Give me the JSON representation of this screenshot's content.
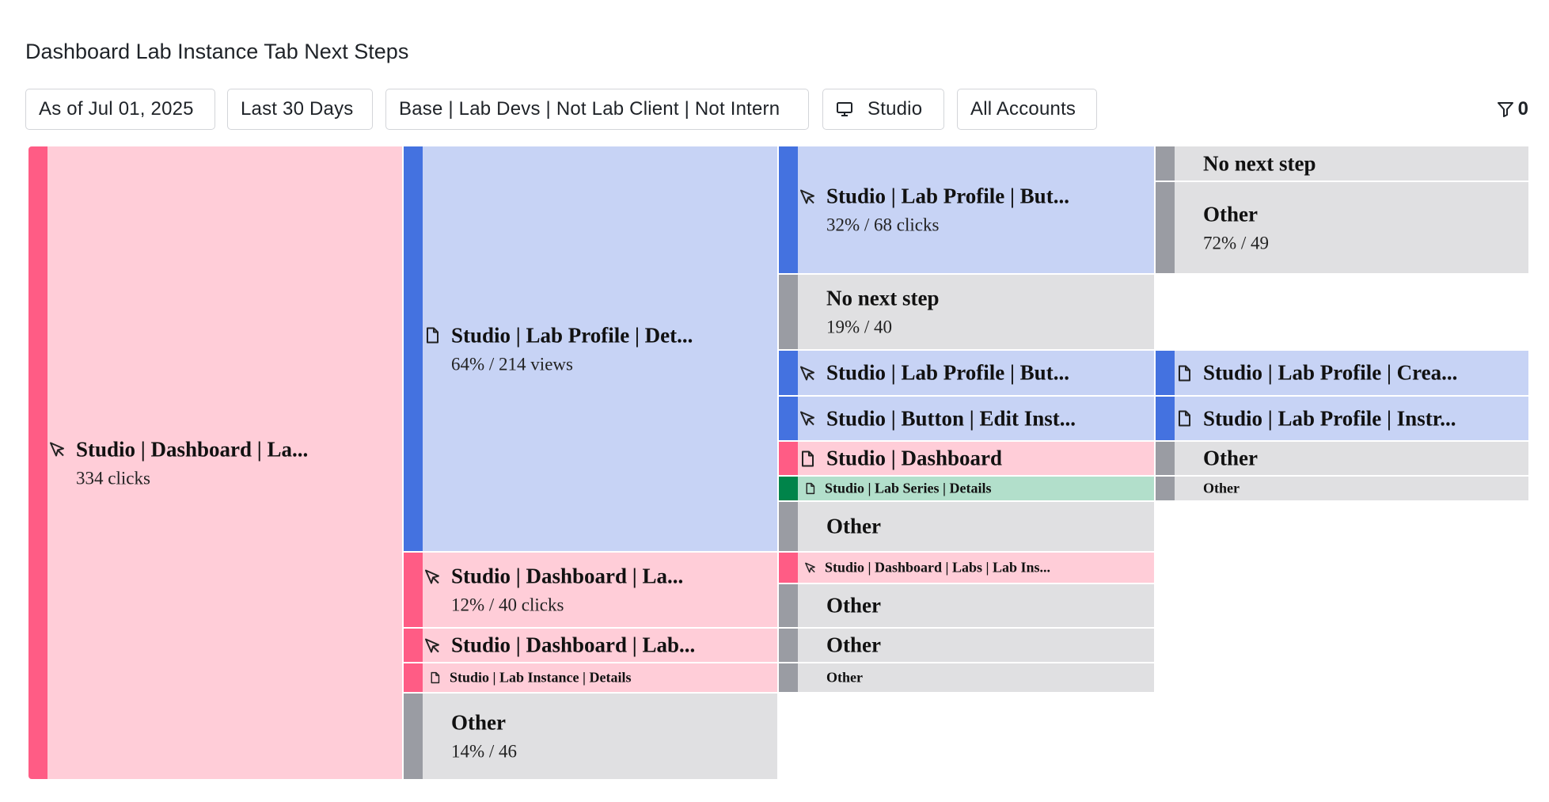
{
  "header": {
    "title": "Dashboard Lab Instance Tab Next Steps",
    "filters": {
      "date": "As of Jul 01, 2025",
      "range": "Last 30 Days",
      "segment": "Base | Lab Devs | Not Lab Client | Not Intern",
      "platform": "Studio",
      "accounts": "All Accounts"
    },
    "filter_count": "0"
  },
  "colors": {
    "pink_bar": "#ff5c85",
    "pink_fill": "#ffcdd8",
    "blue_bar": "#4472e0",
    "blue_fill": "#c7d3f5",
    "gray_bar": "#9a9ca3",
    "gray_fill": "#e0e0e2",
    "green_bar": "#00844a",
    "green_fill": "#b2dfcb"
  },
  "flow": [
    {
      "name": "n-root",
      "label": "Studio | Dashboard | La...",
      "sub": "334 clicks",
      "icon": "cursor-icon",
      "color": "pink"
    },
    {
      "name": "n-l1-profile",
      "label": "Studio | Lab Profile | Det...",
      "sub": "64% / 214 views",
      "icon": "page-icon",
      "color": "blue"
    },
    {
      "name": "n-l1-dash-la",
      "label": "Studio | Dashboard | La...",
      "sub": "12% / 40 clicks",
      "icon": "cursor-icon",
      "color": "pink"
    },
    {
      "name": "n-l1-dash-lab",
      "label": "Studio | Dashboard | Lab...",
      "sub": "",
      "icon": "cursor-icon",
      "color": "pink"
    },
    {
      "name": "n-l1-instance",
      "label": "Studio | Lab Instance | Details",
      "sub": "",
      "icon": "page-icon",
      "color": "pink"
    },
    {
      "name": "n-l1-other",
      "label": "Other",
      "sub": "14% / 46",
      "icon": "",
      "color": "gray"
    },
    {
      "name": "n-l2-but1",
      "label": "Studio | Lab Profile | But...",
      "sub": "32% / 68 clicks",
      "icon": "cursor-icon",
      "color": "blue"
    },
    {
      "name": "n-l2-nonext",
      "label": "No next step",
      "sub": "19% / 40",
      "icon": "",
      "color": "gray"
    },
    {
      "name": "n-l2-but2",
      "label": "Studio | Lab Profile | But...",
      "sub": "",
      "icon": "cursor-icon",
      "color": "blue"
    },
    {
      "name": "n-l2-edit",
      "label": "Studio | Button | Edit Inst...",
      "sub": "",
      "icon": "cursor-icon",
      "color": "blue"
    },
    {
      "name": "n-l2-dashboard",
      "label": "Studio | Dashboard",
      "sub": "",
      "icon": "page-icon",
      "color": "pink"
    },
    {
      "name": "n-l2-series",
      "label": "Studio | Lab Series | Details",
      "sub": "",
      "icon": "page-icon",
      "color": "green"
    },
    {
      "name": "n-l2-other1",
      "label": "Other",
      "sub": "",
      "icon": "",
      "color": "gray"
    },
    {
      "name": "n-l2-labsins",
      "label": "Studio | Dashboard | Labs | Lab Ins...",
      "sub": "",
      "icon": "cursor-icon",
      "color": "pink"
    },
    {
      "name": "n-l2-other2",
      "label": "Other",
      "sub": "",
      "icon": "",
      "color": "gray"
    },
    {
      "name": "n-l2-other3",
      "label": "Other",
      "sub": "",
      "icon": "",
      "color": "gray"
    },
    {
      "name": "n-l2-other4",
      "label": "Other",
      "sub": "",
      "icon": "",
      "color": "gray"
    },
    {
      "name": "n-l3-nonext",
      "label": "No next step",
      "sub": "",
      "icon": "",
      "color": "gray"
    },
    {
      "name": "n-l3-other1",
      "label": "Other",
      "sub": "72% / 49",
      "icon": "",
      "color": "gray"
    },
    {
      "name": "n-l3-crea",
      "label": "Studio | Lab Profile | Crea...",
      "sub": "",
      "icon": "page-icon",
      "color": "blue"
    },
    {
      "name": "n-l3-instr",
      "label": "Studio | Lab Profile | Instr...",
      "sub": "",
      "icon": "page-icon",
      "color": "blue"
    },
    {
      "name": "n-l3-other2",
      "label": "Other",
      "sub": "",
      "icon": "",
      "color": "gray"
    },
    {
      "name": "n-l3-other3",
      "label": "Other",
      "sub": "",
      "icon": "",
      "color": "gray"
    }
  ]
}
